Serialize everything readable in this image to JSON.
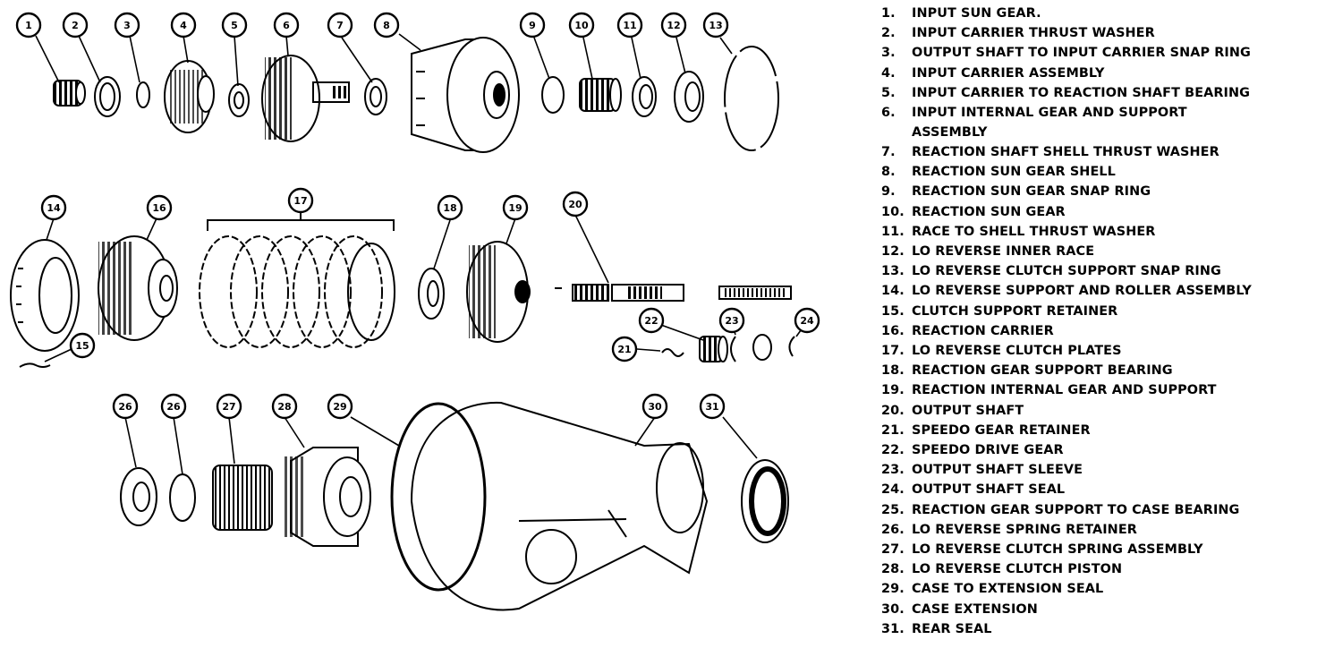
{
  "parts": [
    {
      "num": "1.",
      "label": "INPUT SUN GEAR."
    },
    {
      "num": "2.",
      "label": "INPUT CARRIER THRUST WASHER"
    },
    {
      "num": "3.",
      "label": "OUTPUT SHAFT TO INPUT CARRIER SNAP RING"
    },
    {
      "num": "4.",
      "label": "INPUT CARRIER ASSEMBLY"
    },
    {
      "num": "5.",
      "label": "INPUT CARRIER TO REACTION SHAFT BEARING"
    },
    {
      "num": "6.",
      "label": "INPUT INTERNAL GEAR AND SUPPORT ASSEMBLY"
    },
    {
      "num": "7.",
      "label": "REACTION SHAFT SHELL THRUST WASHER"
    },
    {
      "num": "8.",
      "label": "REACTION SUN GEAR SHELL"
    },
    {
      "num": "9.",
      "label": "REACTION SUN GEAR SNAP RING"
    },
    {
      "num": "10.",
      "label": "REACTION SUN GEAR"
    },
    {
      "num": "11.",
      "label": "RACE TO SHELL THRUST WASHER"
    },
    {
      "num": "12.",
      "label": "LO REVERSE INNER RACE"
    },
    {
      "num": "13.",
      "label": "LO REVERSE CLUTCH SUPPORT SNAP RING"
    },
    {
      "num": "14.",
      "label": "LO REVERSE SUPPORT AND ROLLER ASSEMBLY"
    },
    {
      "num": "15.",
      "label": "CLUTCH SUPPORT RETAINER"
    },
    {
      "num": "16.",
      "label": "REACTION CARRIER"
    },
    {
      "num": "17.",
      "label": "LO REVERSE CLUTCH PLATES"
    },
    {
      "num": "18.",
      "label": "REACTION GEAR SUPPORT BEARING"
    },
    {
      "num": "19.",
      "label": "REACTION INTERNAL GEAR AND SUPPORT"
    },
    {
      "num": "20.",
      "label": "OUTPUT SHAFT"
    },
    {
      "num": "21.",
      "label": "SPEEDO GEAR RETAINER"
    },
    {
      "num": "22.",
      "label": "SPEEDO DRIVE GEAR"
    },
    {
      "num": "23.",
      "label": "OUTPUT SHAFT SLEEVE"
    },
    {
      "num": "24.",
      "label": "OUTPUT SHAFT SEAL"
    },
    {
      "num": "25.",
      "label": "REACTION GEAR SUPPORT TO CASE BEARING"
    },
    {
      "num": "26.",
      "label": "LO REVERSE SPRING RETAINER"
    },
    {
      "num": "27.",
      "label": "LO REVERSE CLUTCH SPRING ASSEMBLY"
    },
    {
      "num": "28.",
      "label": "LO REVERSE CLUTCH PISTON"
    },
    {
      "num": "29.",
      "label": "CASE TO EXTENSION SEAL"
    },
    {
      "num": "30.",
      "label": "CASE EXTENSION"
    },
    {
      "num": "31.",
      "label": "REAR SEAL"
    }
  ],
  "callouts": {
    "c1": "1",
    "c2": "2",
    "c3": "3",
    "c4": "4",
    "c5": "5",
    "c6": "6",
    "c7": "7",
    "c8": "8",
    "c9": "9",
    "c10": "10",
    "c11": "11",
    "c12": "12",
    "c13": "13",
    "c14": "14",
    "c15": "15",
    "c16": "16",
    "c17": "17",
    "c18": "18",
    "c19": "19",
    "c20": "20",
    "c21": "21",
    "c22": "22",
    "c23": "23",
    "c24": "24",
    "c25": "26",
    "c26": "26",
    "c27": "27",
    "c28": "28",
    "c29": "29",
    "c30": "30",
    "c31": "31"
  }
}
